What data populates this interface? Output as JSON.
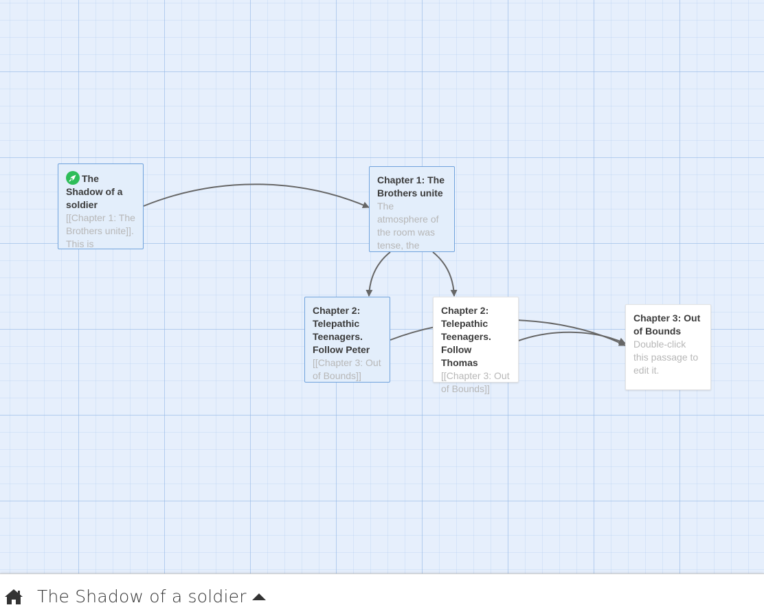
{
  "colors": {
    "canvas_bg": "#e6effc",
    "selected_border": "#6fa2dc",
    "start_icon": "#2ebd59",
    "link_line": "#666666"
  },
  "passages": [
    {
      "id": "p1",
      "title": "The Shadow of a soldier",
      "excerpt": "[[Chapter 1: The Brothers unite]]. This is",
      "selected": true,
      "start": true,
      "icon": "rocket-icon"
    },
    {
      "id": "p2",
      "title": "Chapter 1: The Brothers unite",
      "excerpt": "The atmosphere of the room was tense, the",
      "selected": true,
      "start": false
    },
    {
      "id": "p3",
      "title": "Chapter 2: Telepathic Teenagers. Follow Peter",
      "excerpt": "[[Chapter 3: Out of Bounds]]",
      "selected": true,
      "start": false
    },
    {
      "id": "p4",
      "title": "Chapter 2: Telepathic Teenagers. Follow Thomas",
      "excerpt": "[[Chapter 3: Out of Bounds]]",
      "selected": false,
      "start": false
    },
    {
      "id": "p5",
      "title": "Chapter 3: Out of Bounds",
      "excerpt": "Double-click this passage to edit it.",
      "selected": false,
      "start": false
    }
  ],
  "footer": {
    "home_icon": "home-icon",
    "story_title": "The Shadow of a soldier",
    "menu_icon": "caret-up-icon"
  }
}
